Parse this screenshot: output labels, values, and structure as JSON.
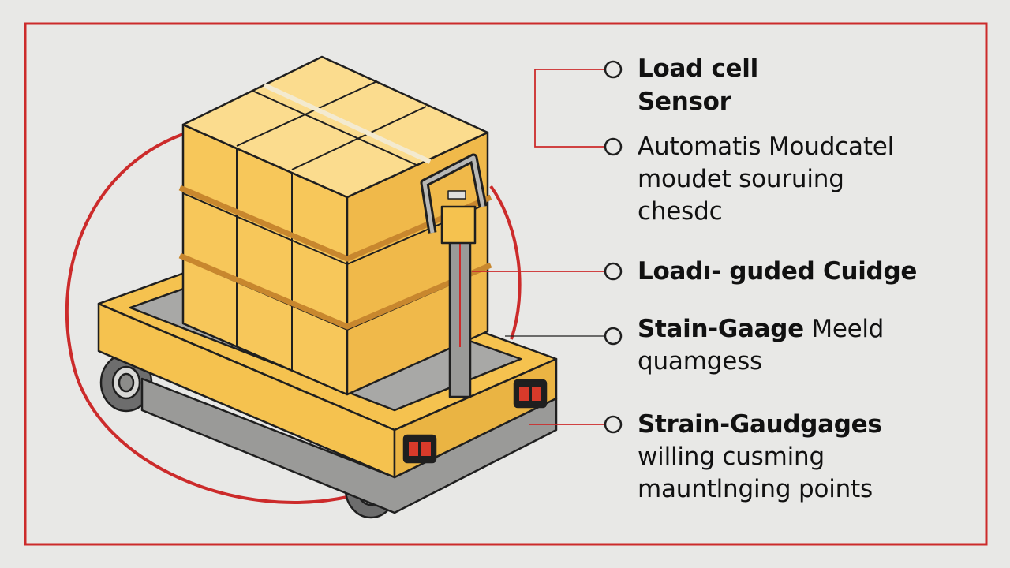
{
  "colors": {
    "background": "#e8e8e6",
    "frame": "#cc2b2b",
    "outline": "#1f1f1f",
    "box_fill": "#f7c75a",
    "box_top": "#fbdc8e",
    "strap": "#c8872e",
    "cart_fill": "#f5c24f",
    "cart_shadow": "#9a9a98",
    "wheel": "#6d6d6d",
    "leader_line": "#cc2b2b"
  },
  "labels": [
    {
      "id": "load-cell-sensor",
      "title_lines": [
        "Load cell",
        "Sensor"
      ],
      "lines": []
    },
    {
      "id": "automatic-module",
      "title_lines": [],
      "lines": [
        "Automatis Moudcatel",
        "moudet souruing",
        "chesdc"
      ]
    },
    {
      "id": "load-guided-guide",
      "title_lines": [
        "Loadı- guded Cuidge"
      ],
      "lines": []
    },
    {
      "id": "strain-gauge-measurement",
      "title_bold": "Stain-Gaage",
      "title_rest": " Meeld",
      "lines": [
        "quamgess"
      ]
    },
    {
      "id": "strain-gauges-mounting",
      "title_lines": [
        "Strain-Gaudgages"
      ],
      "lines": [
        "willing cusming",
        "mauntlnging points"
      ]
    }
  ],
  "icons": {
    "marker": "hollow-circle-marker-icon",
    "handle": "cart-handle-icon",
    "wheel": "wheel-icon",
    "reflector": "tail-light-icon"
  }
}
